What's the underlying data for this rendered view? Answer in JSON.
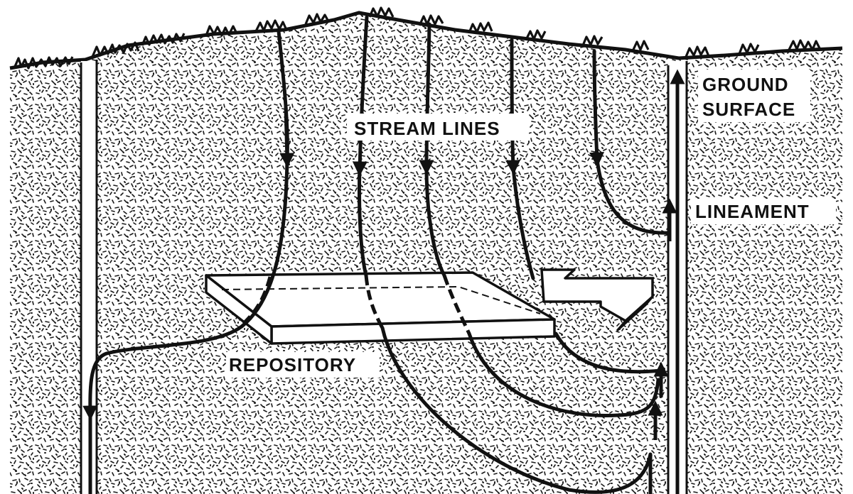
{
  "labels": {
    "ground_surface_line1": "GROUND",
    "ground_surface_line2": "SURFACE",
    "stream_lines": "STREAM LINES",
    "lineament": "LINEAMENT",
    "repository": "REPOSITORY"
  },
  "colors": {
    "ink": "#111111",
    "paper": "#ffffff",
    "rock_speckle": "#1a1a1a"
  }
}
